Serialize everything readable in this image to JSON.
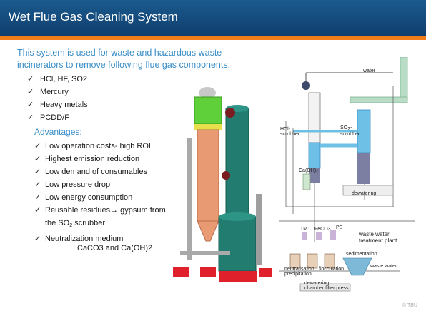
{
  "header": {
    "title": "Wet Flue Gas Cleaning System"
  },
  "intro": "This system is used for waste and hazardous waste incinerators to remove following flue gas components:",
  "components": [
    "HCl, HF, SO2",
    "Mercury",
    "Heavy metals",
    "PCDD/F"
  ],
  "advantages": {
    "title": "Advantages:",
    "items": [
      "Low operation costs- high ROI",
      "Highest emission reduction",
      "Low demand of consumables",
      "Low pressure drop",
      "Low energy consumption",
      "Reusable residues→ gypsum from",
      "Neutralization medium"
    ],
    "so2_line_prefix": "the SO",
    "so2_line_sub": "2",
    "so2_line_suffix": " scrubber",
    "extra": "CaCO3 and Ca(OH)2"
  },
  "check_glyph": "✓",
  "diagram": {
    "water": "water",
    "hcl_scrubber": [
      "HCl-",
      "scrubber"
    ],
    "so2_scrubber_prefix": "SO",
    "so2_scrubber_sub": "2",
    "so2_scrubber_suffix": "-",
    "so2_scrubber_word": "scrubber",
    "caoh2": "Ca(OH)₂",
    "tmt": "TMT",
    "feco3": "FeCO3",
    "pe": "PE",
    "wwtp": [
      "waste water",
      "treatment plant"
    ],
    "sedimentation": "sedimentation",
    "neutralisation": [
      "neutralisation",
      "precipitation"
    ],
    "flocculation": "flocculation",
    "waste_water": "waste water",
    "dewatering_press": [
      "dewatering",
      "chamber filter press"
    ],
    "dewatering": "dewatering",
    "copyright": "© TBU"
  },
  "colors": {
    "header": "#1b5a8e",
    "accent_orange": "#f07c1a",
    "accent_blue": "#3a8fc8",
    "column_teal": "#237c70",
    "column_salmon": "#e89a73",
    "column_green": "#5fcf3a",
    "base_red": "#e0202a",
    "scrubber_blue": "#6ec0e6"
  }
}
